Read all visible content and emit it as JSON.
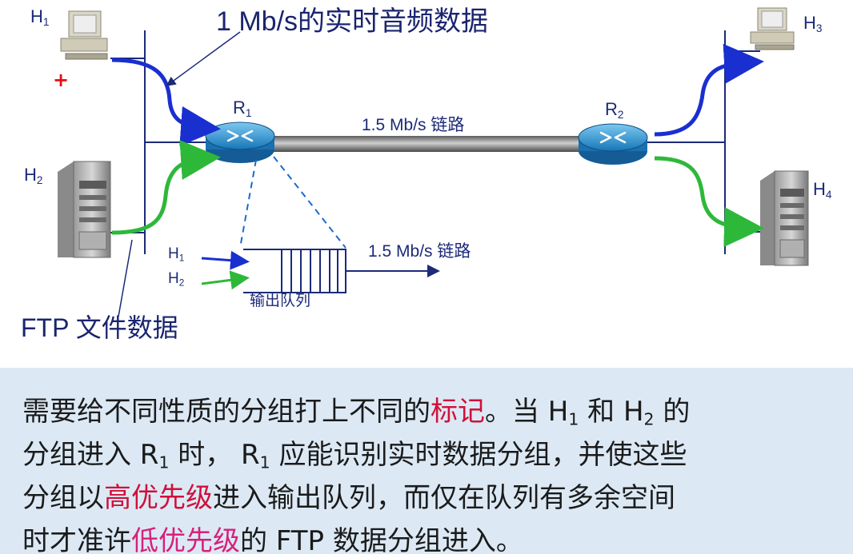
{
  "diagram": {
    "title_audio": "1 Mb/s的实时音频数据",
    "title_ftp": "FTP 文件数据",
    "hosts": {
      "h1": {
        "letter": "H",
        "sub": "1"
      },
      "h2": {
        "letter": "H",
        "sub": "2"
      },
      "h3": {
        "letter": "H",
        "sub": "3"
      },
      "h4": {
        "letter": "H",
        "sub": "4"
      }
    },
    "routers": {
      "r1": {
        "letter": "R",
        "sub": "1"
      },
      "r2": {
        "letter": "R",
        "sub": "2"
      }
    },
    "link_top": "1.5 Mb/s 链路",
    "link_queue": "1.5 Mb/s 链路",
    "queue_label": "输出队列",
    "queue_in_h1": {
      "letter": "H",
      "sub": "1"
    },
    "queue_in_h2": {
      "letter": "H",
      "sub": "2"
    },
    "plus_mark": "+",
    "colors": {
      "audio_arrow": "#1a2fd0",
      "ftp_arrow": "#2eb83a",
      "label_text": "#1c2a78",
      "router_fill": "#1f8fd0"
    }
  },
  "caption": {
    "line1": {
      "pre": "需要给不同性质的分组打上不同的",
      "highlight": "标记",
      "post1": "。当 H",
      "sub1": "1",
      "post2": " 和 H",
      "sub2": "2",
      "post3": " 的"
    },
    "line2": {
      "pre": "分组进入 R",
      "sub1": "1",
      "mid": " 时， R",
      "sub2": "1",
      "post": " 应能识别实时数据分组，并使这些"
    },
    "line3": {
      "pre": "分组以",
      "highlight": "高优先级",
      "post": "进入输出队列，而仅在队列有多余空间"
    },
    "line4": {
      "pre": "时才准许",
      "highlight": "低优先级",
      "post": "的 FTP 数据分组进入。"
    },
    "colors": {
      "highlight_red": "#d0103a",
      "highlight_pink": "#d8207a",
      "background": "#dce9f5"
    }
  }
}
